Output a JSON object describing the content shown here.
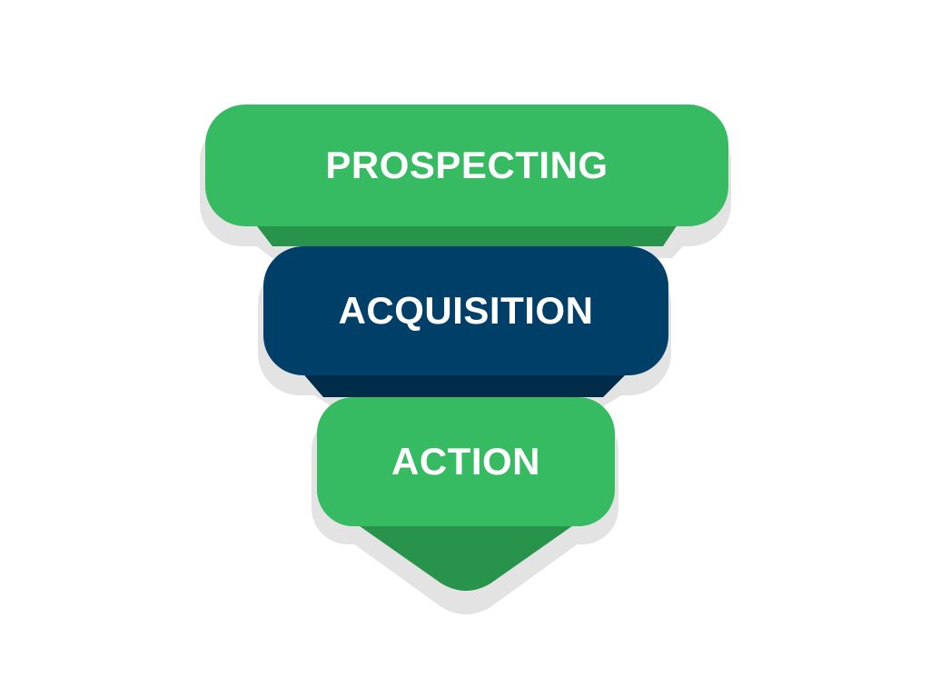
{
  "funnel": {
    "stages": [
      {
        "label": "PROSPECTING",
        "color": "#37bb62",
        "shade": "#28934a"
      },
      {
        "label": "ACQUISITION",
        "color": "#003f67",
        "shade": "#002c49"
      },
      {
        "label": "ACTION",
        "color": "#37bb62",
        "shade": "#28934a"
      }
    ],
    "shadow_color": "#e3e3e4"
  }
}
